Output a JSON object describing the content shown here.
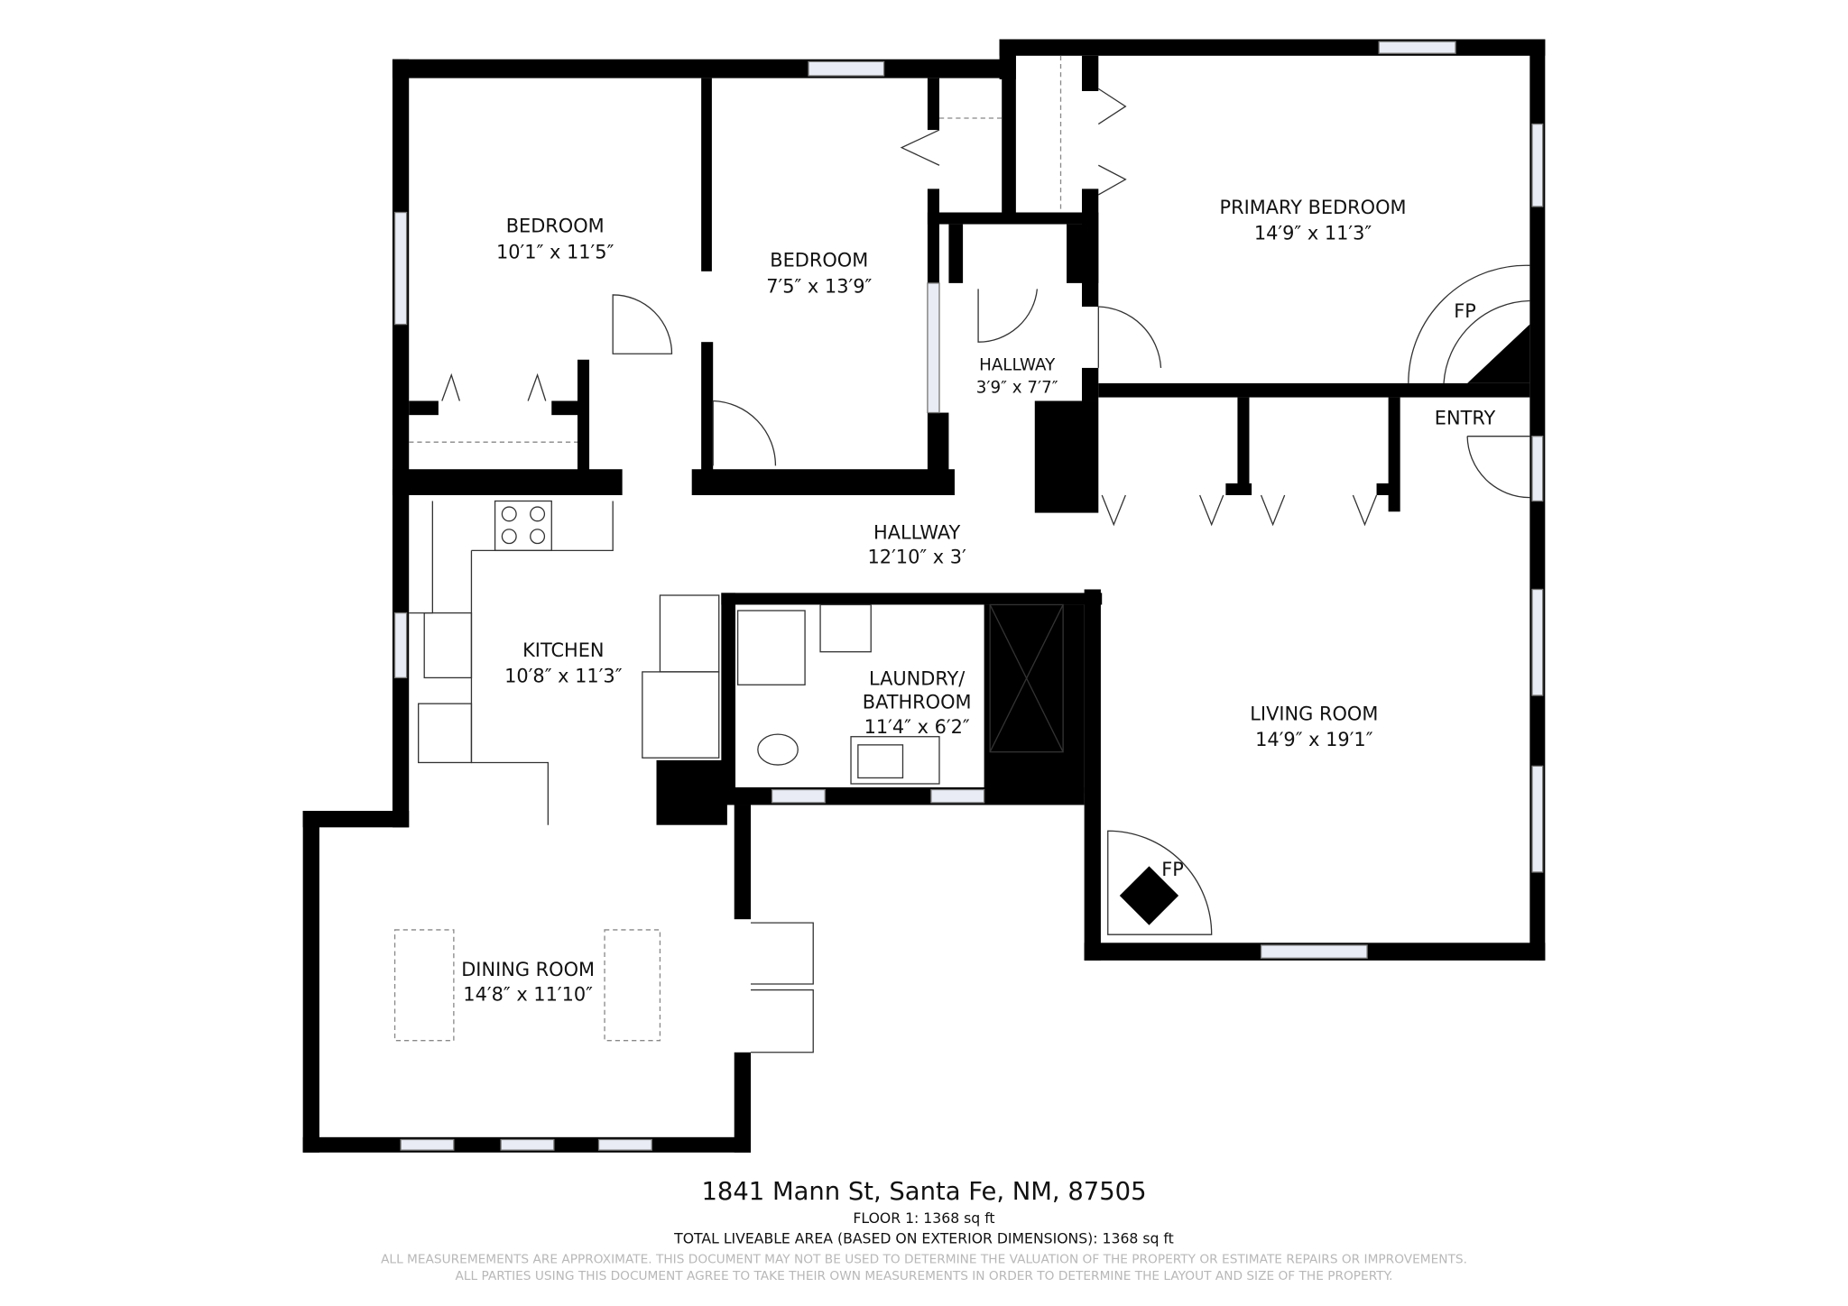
{
  "rooms": {
    "bedroom1": {
      "name": "BEDROOM",
      "size": "10′1″ x 11′5″"
    },
    "bedroom2": {
      "name": "BEDROOM",
      "size": "7′5″ x 13′9″"
    },
    "primary": {
      "name": "PRIMARY BEDROOM",
      "size": "14′9″ x 11′3″"
    },
    "hallway_small": {
      "name": "HALLWAY",
      "size": "3′9″ x 7′7″"
    },
    "hallway": {
      "name": "HALLWAY",
      "size": "12′10″ x 3′"
    },
    "kitchen": {
      "name": "KITCHEN",
      "size": "10′8″ x 11′3″"
    },
    "laundry": {
      "name": "LAUNDRY/",
      "name2": "BATHROOM",
      "size": "11′4″ x 6′2″"
    },
    "living": {
      "name": "LIVING ROOM",
      "size": "14′9″ x 19′1″"
    },
    "dining": {
      "name": "DINING ROOM",
      "size": "14′8″ x 11′10″"
    },
    "entry": {
      "name": "ENTRY"
    },
    "fp1": "FP",
    "fp2": "FP"
  },
  "footer": {
    "address": "1841 Mann St, Santa Fe, NM, 87505",
    "floor": "FLOOR 1: 1368 sq ft",
    "total": "TOTAL LIVEABLE AREA (BASED ON EXTERIOR DIMENSIONS): 1368 sq ft",
    "disclaimer1": "ALL MEASUREMEMENTS ARE APPROXIMATE. THIS DOCUMENT MAY NOT BE USED TO DETERMINE THE VALUATION OF THE PROPERTY OR ESTIMATE REPAIRS OR IMPROVEMENTS.",
    "disclaimer2": "ALL PARTIES USING THIS DOCUMENT AGREE TO TAKE THEIR OWN MEASUREMENTS IN ORDER TO DETERMINE THE LAYOUT AND SIZE OF THE PROPERTY."
  }
}
